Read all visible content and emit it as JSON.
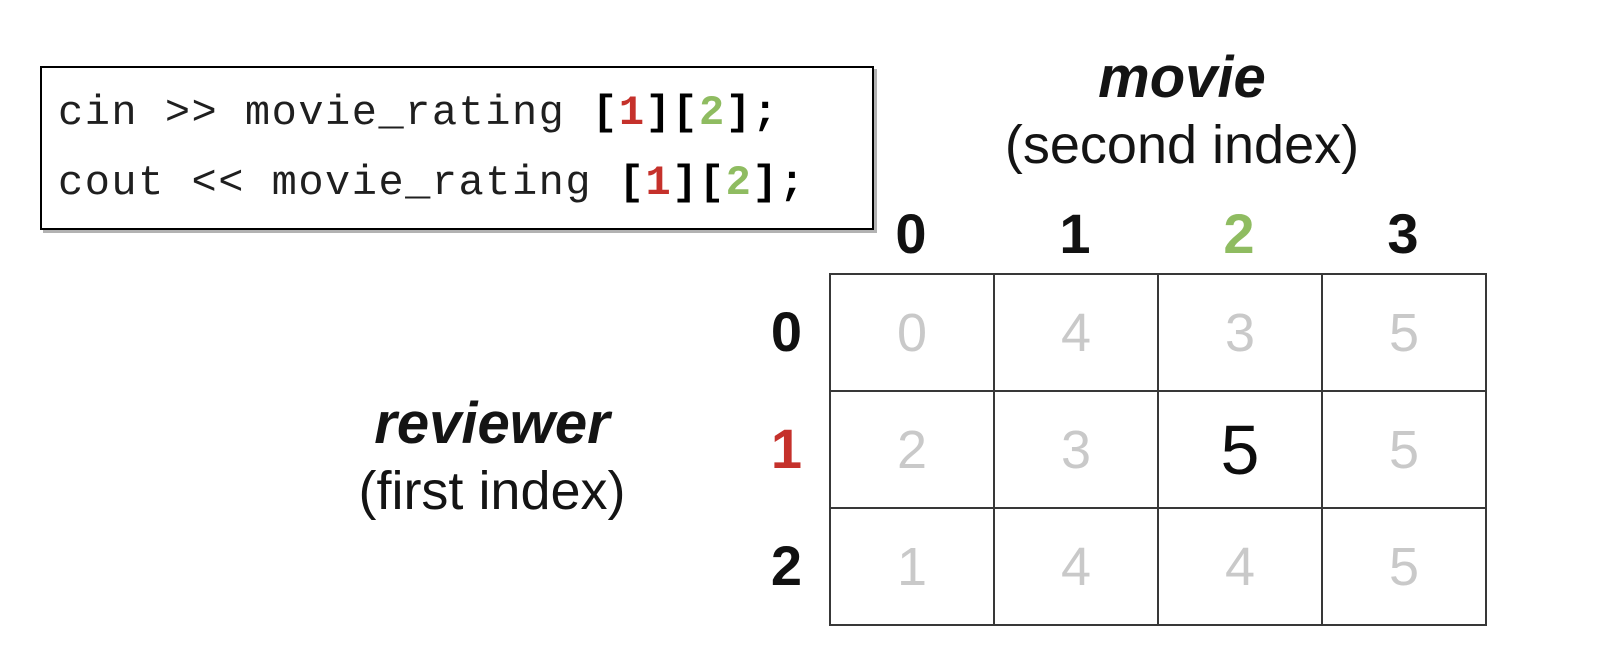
{
  "colors": {
    "red_accent": "#c5312b",
    "green_accent": "#8fbc61",
    "muted_value": "#c9c9c9",
    "grid_line": "#383838",
    "code_text": "#1f1f1f",
    "emphasis_text": "#0d0d0d"
  },
  "code_box": {
    "lines": [
      [
        {
          "text": "cin >> movie_rating ",
          "style": "plain"
        },
        {
          "text": "[",
          "style": "bracket"
        },
        {
          "text": "1",
          "style": "red"
        },
        {
          "text": "]",
          "style": "bracket"
        },
        {
          "text": "[",
          "style": "bracket"
        },
        {
          "text": "2",
          "style": "green"
        },
        {
          "text": "];",
          "style": "bracket"
        }
      ],
      [
        {
          "text": "cout << movie_rating ",
          "style": "plain"
        },
        {
          "text": "[",
          "style": "bracket"
        },
        {
          "text": "1",
          "style": "red"
        },
        {
          "text": "]",
          "style": "bracket"
        },
        {
          "text": "[",
          "style": "bracket"
        },
        {
          "text": "2",
          "style": "green"
        },
        {
          "text": "];",
          "style": "bracket"
        }
      ]
    ]
  },
  "movie_label": {
    "title": "movie",
    "subtitle": "(second index)"
  },
  "reviewer_label": {
    "title": "reviewer",
    "subtitle": "(first index)"
  },
  "grid": {
    "col_headers": [
      {
        "text": "0",
        "accent": "none"
      },
      {
        "text": "1",
        "accent": "none"
      },
      {
        "text": "2",
        "accent": "green"
      },
      {
        "text": "3",
        "accent": "none"
      }
    ],
    "row_headers": [
      {
        "text": "0",
        "accent": "none"
      },
      {
        "text": "1",
        "accent": "red"
      },
      {
        "text": "2",
        "accent": "none"
      }
    ],
    "rows": [
      [
        "0",
        "4",
        "3",
        "5"
      ],
      [
        "2",
        "3",
        "5",
        "5"
      ],
      [
        "1",
        "4",
        "4",
        "5"
      ]
    ],
    "highlight_cell": {
      "row": 1,
      "col": 2,
      "value": "5"
    }
  }
}
